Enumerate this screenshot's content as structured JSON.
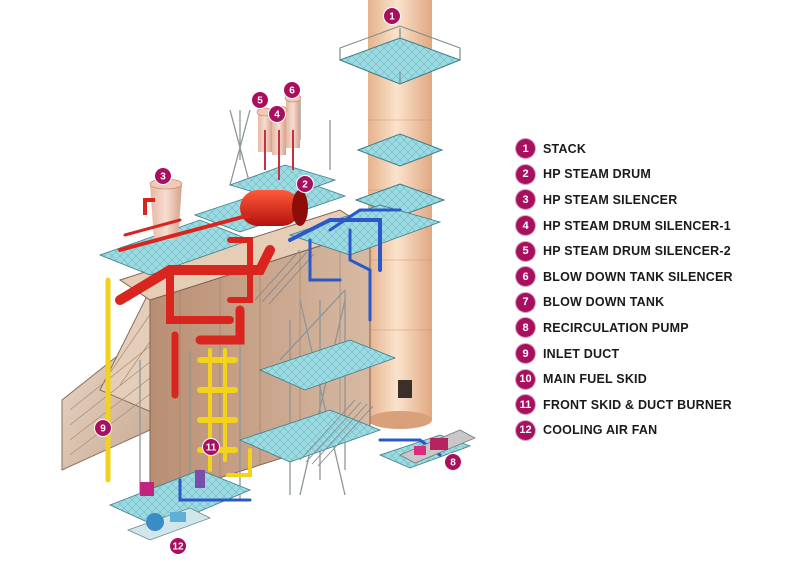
{
  "legend": [
    {
      "num": "1",
      "label": "STACK"
    },
    {
      "num": "2",
      "label": "HP STEAM DRUM"
    },
    {
      "num": "3",
      "label": "HP STEAM SILENCER"
    },
    {
      "num": "4",
      "label": "HP STEAM DRUM SILENCER-1"
    },
    {
      "num": "5",
      "label": "HP STEAM DRUM SILENCER-2"
    },
    {
      "num": "6",
      "label": "BLOW DOWN TANK SILENCER"
    },
    {
      "num": "7",
      "label": "BLOW DOWN TANK"
    },
    {
      "num": "8",
      "label": "RECIRCULATION PUMP"
    },
    {
      "num": "9",
      "label": "INLET DUCT"
    },
    {
      "num": "10",
      "label": "MAIN FUEL SKID"
    },
    {
      "num": "11",
      "label": "FRONT SKID & DUCT BURNER"
    },
    {
      "num": "12",
      "label": "COOLING AIR FAN"
    }
  ],
  "markers": [
    "1",
    "2",
    "3",
    "4",
    "5",
    "6",
    "8",
    "9",
    "11",
    "12"
  ],
  "colors": {
    "marker": "#a8105f",
    "stack": "#f3c9a4",
    "casing": "#c6a38a",
    "platform": "#8fd3dc",
    "red_pipe": "#d8261e",
    "blue_pipe": "#2b58c8",
    "yellow_pipe": "#f2d21a"
  }
}
